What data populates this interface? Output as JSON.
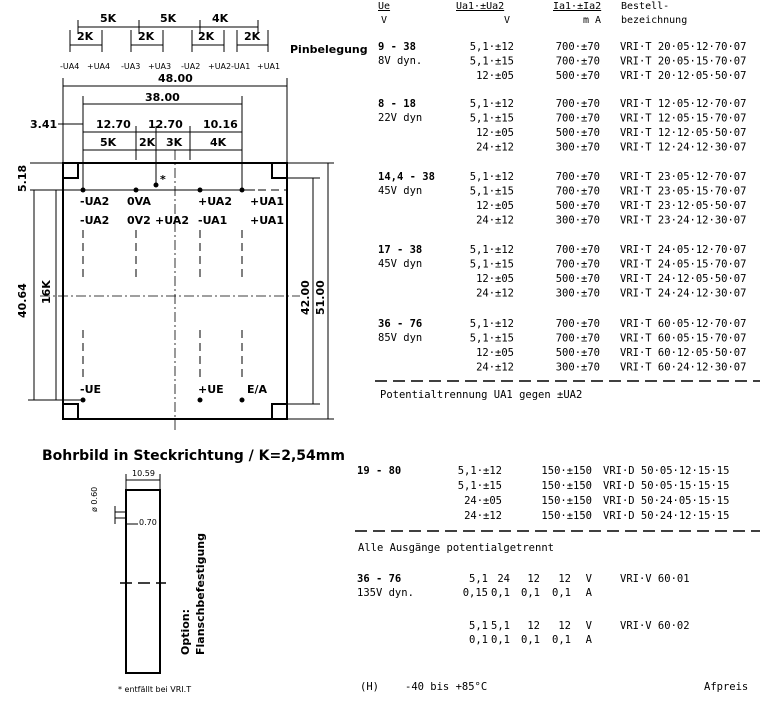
{
  "pinout": {
    "top_dims": [
      "5K",
      "5K",
      "4K"
    ],
    "dims_2k": [
      "2K",
      "2K",
      "2K",
      "2K"
    ],
    "pinbelegung": "Pinbelegung",
    "pins": [
      "-UA4",
      "+UA4",
      "-UA3",
      "+UA3",
      "-UA2",
      "+UA2",
      "-UA1",
      "+UA1"
    ]
  },
  "drawing": {
    "dim_48": "48.00",
    "dim_38": "38.00",
    "dim_341": "3.41",
    "dim_1270a": "12.70",
    "dim_1270b": "12.70",
    "dim_1016": "10.16",
    "k_labels": [
      "5K",
      "2K",
      "3K",
      "4K"
    ],
    "dim_518": "5.18",
    "dim_4064": "40.64",
    "dim_16k": "16K",
    "dim_42": "42.00",
    "dim_51": "51.00",
    "star": "*",
    "row1": [
      "-UA2",
      "0VA",
      "+UA2",
      "+UA1"
    ],
    "row2": [
      "-UA2",
      "0V2",
      "+UA2",
      "-UA1",
      "+UA1"
    ],
    "bottom": [
      "-UE",
      "+UE",
      "E/A"
    ],
    "caption": "Bohrbild in Steckrichtung / K=2,54mm"
  },
  "side": {
    "dim_1059": "10.59",
    "dim_060": "ø 0.60",
    "dim_070": "0.70",
    "option": "Option:",
    "flansch": "Flanschbefestigung",
    "footnote": "* entfällt bei VRI.T"
  },
  "table": {
    "headers": {
      "ue": "Ue",
      "ue_unit": "V",
      "ua": "Ua1·±Ua2",
      "ua_unit": "V",
      "ia": "Ia1·±Ia2",
      "ia_unit": "m A",
      "order1": "Bestell-",
      "order2": "bezeichnung"
    },
    "groups": [
      {
        "range": "9 - 38",
        "dyn": "8V dyn.",
        "rows": [
          {
            "ua": "5,1·±12",
            "ia": "700·±70",
            "code": "VRI·T 20·05·12·70·07"
          },
          {
            "ua": "5,1·±15",
            "ia": "700·±70",
            "code": "VRI·T 20·05·15·70·07"
          },
          {
            "ua": "12·±05",
            "ia": "500·±70",
            "code": "VRI·T 20·12·05·50·07"
          }
        ]
      },
      {
        "range": "8 - 18",
        "dyn": "22V dyn",
        "rows": [
          {
            "ua": "5,1·±12",
            "ia": "700·±70",
            "code": "VRI·T 12·05·12·70·07"
          },
          {
            "ua": "5,1·±15",
            "ia": "700·±70",
            "code": "VRI·T 12·05·15·70·07"
          },
          {
            "ua": "12·±05",
            "ia": "500·±70",
            "code": "VRI·T 12·12·05·50·07"
          },
          {
            "ua": "24·±12",
            "ia": "300·±70",
            "code": "VRI·T 12·24·12·30·07"
          }
        ]
      },
      {
        "range": "14,4 - 38",
        "dyn": "45V dyn",
        "rows": [
          {
            "ua": "5,1·±12",
            "ia": "700·±70",
            "code": "VRI·T 23·05·12·70·07"
          },
          {
            "ua": "5,1·±15",
            "ia": "700·±70",
            "code": "VRI·T 23·05·15·70·07"
          },
          {
            "ua": "12·±05",
            "ia": "500·±70",
            "code": "VRI·T 23·12·05·50·07"
          },
          {
            "ua": "24·±12",
            "ia": "300·±70",
            "code": "VRI·T 23·24·12·30·07"
          }
        ]
      },
      {
        "range": "17 - 38",
        "dyn": "45V dyn",
        "rows": [
          {
            "ua": "5,1·±12",
            "ia": "700·±70",
            "code": "VRI·T 24·05·12·70·07"
          },
          {
            "ua": "5,1·±15",
            "ia": "700·±70",
            "code": "VRI·T 24·05·15·70·07"
          },
          {
            "ua": "12·±05",
            "ia": "500·±70",
            "code": "VRI·T 24·12·05·50·07"
          },
          {
            "ua": "24·±12",
            "ia": "300·±70",
            "code": "VRI·T 24·24·12·30·07"
          }
        ]
      },
      {
        "range": "36 - 76",
        "dyn": "85V dyn",
        "rows": [
          {
            "ua": "5,1·±12",
            "ia": "700·±70",
            "code": "VRI·T 60·05·12·70·07"
          },
          {
            "ua": "5,1·±15",
            "ia": "700·±70",
            "code": "VRI·T 60·05·15·70·07"
          },
          {
            "ua": "12·±05",
            "ia": "500·±70",
            "code": "VRI·T 60·12·05·50·07"
          },
          {
            "ua": "24·±12",
            "ia": "300·±70",
            "code": "VRI·T 60·24·12·30·07"
          }
        ]
      }
    ],
    "separation_note": "Potentialtrennung UA1 gegen ±UA2",
    "group_d": {
      "range": "19 - 80",
      "rows": [
        {
          "ua": "5,1·±12",
          "ia": "150·±150",
          "code": "VRI·D 50·05·12·15·15"
        },
        {
          "ua": "5,1·±15",
          "ia": "150·±150",
          "code": "VRI·D 50·05·15·15·15"
        },
        {
          "ua": "24·±05",
          "ia": "150·±150",
          "code": "VRI·D 50·24·05·15·15"
        },
        {
          "ua": "24·±12",
          "ia": "150·±150",
          "code": "VRI·D 50·24·12·15·15"
        }
      ]
    },
    "all_separated": "Alle Ausgänge potentialgetrennt",
    "group_v": {
      "range": "36 - 76",
      "dyn": "135V dyn.",
      "v1_volts": [
        "5,1",
        "24",
        "12",
        "12",
        "V"
      ],
      "v1_amps": [
        "0,15",
        "0,1",
        "0,1",
        "0,1",
        "A"
      ],
      "v1_code": "VRI·V 60·01",
      "v2_volts": [
        "5,1",
        "5,1",
        "12",
        "12",
        "V"
      ],
      "v2_amps": [
        "0,1",
        "0,1",
        "0,1",
        "0,1",
        "A"
      ],
      "v2_code": "VRI·V 60·02"
    },
    "footer_h": "(H)",
    "footer_temp": "-40 bis +85°C",
    "footer_price": "Afpreis"
  }
}
